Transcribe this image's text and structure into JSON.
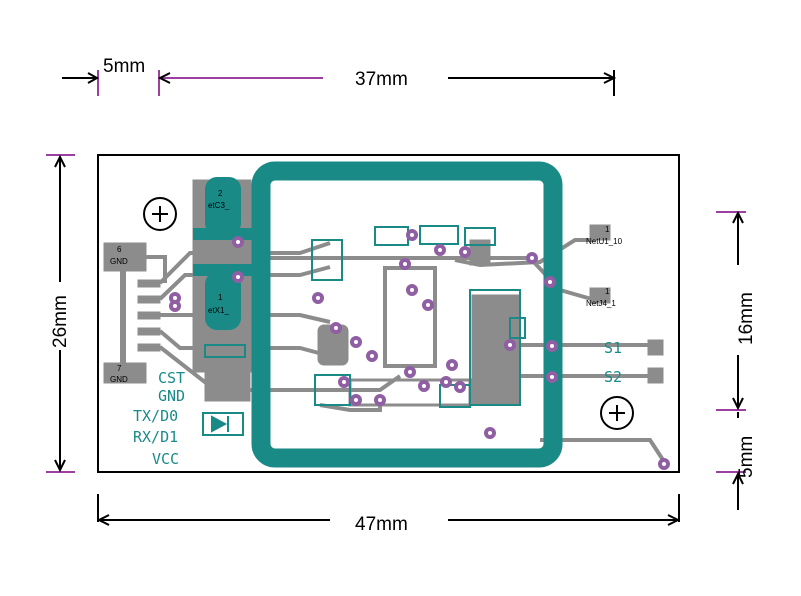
{
  "dimensions": {
    "top_left": "5mm",
    "top_main": "37mm",
    "left_height": "26mm",
    "right_inner": "16mm",
    "right_bottom": "5mm",
    "bottom_total": "47mm"
  },
  "pins": {
    "pin6_num": "6",
    "pin6_name": "GND",
    "pin7_num": "7",
    "pin7_name": "GND",
    "c3_num": "2",
    "c3_name": "etC3_",
    "x1_num": "1",
    "x1_name": "etX1_",
    "u1_num": "1",
    "u1_name": "NetU1_10",
    "j4_num": "1",
    "j4_name": "NetJ4_1"
  },
  "silkscreen": {
    "cst": "CST",
    "gnd": "GND",
    "tx": "TX/D0",
    "rx": "RX/D1",
    "vcc": "VCC",
    "s1": "S1",
    "s2": "S2"
  },
  "colors": {
    "board_outline": "#000000",
    "copper": "#8c8c8c",
    "antenna": "#1a8a86",
    "via": "#8f5ea3",
    "silkscreen": "#1a8a8a",
    "dimension": "#000000"
  }
}
